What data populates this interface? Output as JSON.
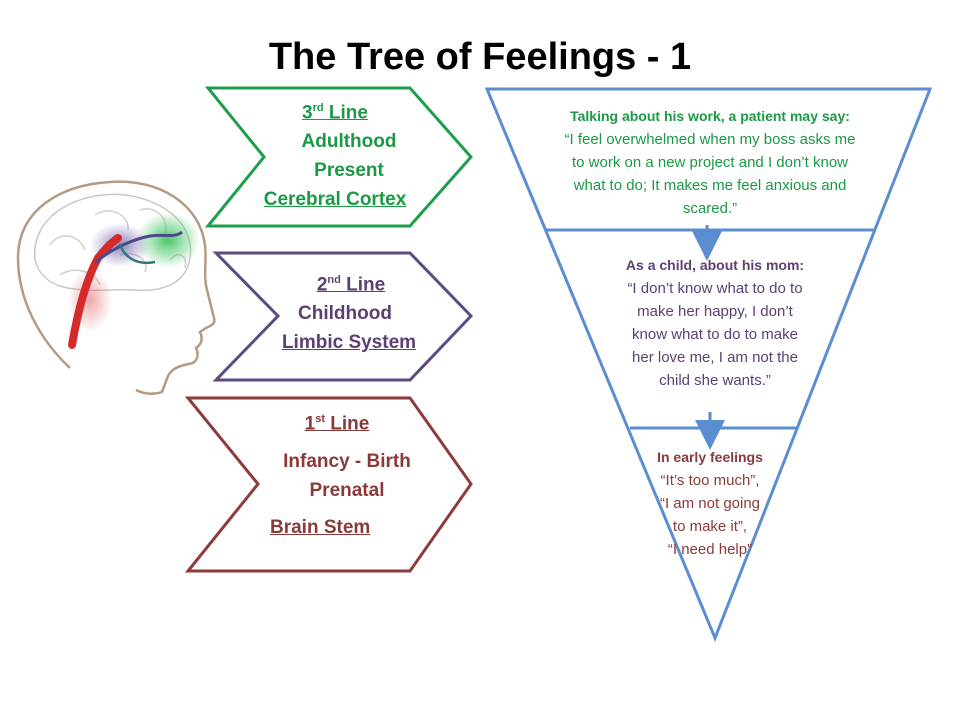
{
  "title": "The Tree of Feelings - 1",
  "colors": {
    "third_line": "#1e9e4a",
    "second_line": "#5e4a7e",
    "first_line": "#8e3b3b",
    "triangle": "#5b8ed0",
    "head_outline": "#b49a82"
  },
  "lines": {
    "third": {
      "heading_num": "3",
      "heading_sup": "rd",
      "heading_word": " Line",
      "stage1": "Adulthood",
      "stage2": "Present",
      "structure": "Cerebral Cortex"
    },
    "second": {
      "heading_num": "2",
      "heading_sup": "nd",
      "heading_word": " Line",
      "stage1": "Childhood",
      "structure": "Limbic System"
    },
    "first": {
      "heading_num": "1",
      "heading_sup": "st",
      "heading_word": " Line",
      "stage1": "Infancy - Birth",
      "stage2": "Prenatal",
      "structure": "Brain Stem"
    }
  },
  "triangle": {
    "top": {
      "lead": "Talking about his work, a patient may say:",
      "l1": "“I feel overwhelmed when my boss asks me",
      "l2": "to work on a new project and I don’t know",
      "l3": "what to do; It makes me feel anxious and",
      "l4": "scared.”"
    },
    "middle": {
      "lead": "As a child, about his mom:",
      "l1": "“I don’t know what to do to",
      "l2": "make her happy, I don’t",
      "l3": "know what to do to make",
      "l4": "her love me, I am not the",
      "l5": "child she wants.”"
    },
    "bottom": {
      "lead": "In early feelings",
      "l1": "“It’s too much”,",
      "l2": "“I am not going",
      "l3": "to make it”,",
      "l4": "“I need help”"
    }
  }
}
